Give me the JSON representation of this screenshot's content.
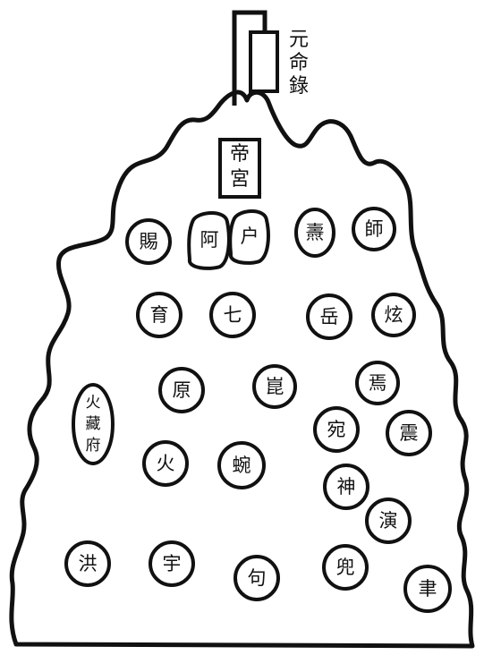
{
  "diagram": {
    "top_label": "元命錄",
    "palace": "帝宮",
    "outline_color": "#111111",
    "background": "#ffffff",
    "nodes": [
      {
        "id": "ci",
        "text": "賜",
        "shape": "circle"
      },
      {
        "id": "a",
        "text": "阿",
        "shape": "blob"
      },
      {
        "id": "hu",
        "text": "户",
        "shape": "blob"
      },
      {
        "id": "wu",
        "text": "燾",
        "shape": "oval"
      },
      {
        "id": "shi",
        "text": "師",
        "shape": "circle"
      },
      {
        "id": "yu",
        "text": "育",
        "shape": "circle"
      },
      {
        "id": "qi",
        "text": "七",
        "shape": "circle"
      },
      {
        "id": "yue",
        "text": "岳",
        "shape": "circle"
      },
      {
        "id": "xuan",
        "text": "炫",
        "shape": "circle"
      },
      {
        "id": "yuan",
        "text": "原",
        "shape": "circle"
      },
      {
        "id": "kun",
        "text": "崑",
        "shape": "circle"
      },
      {
        "id": "yan",
        "text": "焉",
        "shape": "circle"
      },
      {
        "id": "huo_zang_fu",
        "text": "火藏府",
        "shape": "vertical-oval"
      },
      {
        "id": "wan",
        "text": "宛",
        "shape": "circle"
      },
      {
        "id": "zhen",
        "text": "震",
        "shape": "circle"
      },
      {
        "id": "huo",
        "text": "火",
        "shape": "circle"
      },
      {
        "id": "wan2",
        "text": "蜿",
        "shape": "circle"
      },
      {
        "id": "shen",
        "text": "神",
        "shape": "circle"
      },
      {
        "id": "yan2",
        "text": "演",
        "shape": "circle"
      },
      {
        "id": "hong",
        "text": "洪",
        "shape": "circle"
      },
      {
        "id": "yu2",
        "text": "宇",
        "shape": "circle"
      },
      {
        "id": "ju",
        "text": "句",
        "shape": "circle"
      },
      {
        "id": "dou",
        "text": "兜",
        "shape": "circle"
      },
      {
        "id": "lv",
        "text": "聿",
        "shape": "circle"
      }
    ]
  }
}
